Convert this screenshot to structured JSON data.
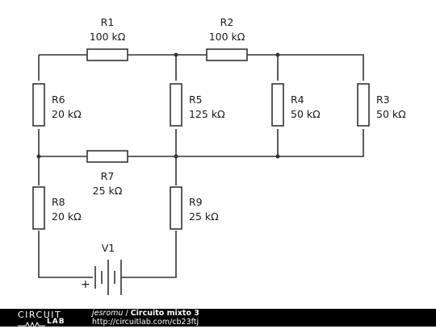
{
  "circuit": {
    "components": [
      {
        "id": "R1",
        "name": "R1",
        "value": "100 kΩ"
      },
      {
        "id": "R2",
        "name": "R2",
        "value": "100 kΩ"
      },
      {
        "id": "R3",
        "name": "R3",
        "value": "50 kΩ"
      },
      {
        "id": "R4",
        "name": "R4",
        "value": "50 kΩ"
      },
      {
        "id": "R5",
        "name": "R5",
        "value": "125 kΩ"
      },
      {
        "id": "R6",
        "name": "R6",
        "value": "20 kΩ"
      },
      {
        "id": "R7",
        "name": "R7",
        "value": "25 kΩ"
      },
      {
        "id": "R8",
        "name": "R8",
        "value": "20 kΩ"
      },
      {
        "id": "R9",
        "name": "R9",
        "value": "25 kΩ"
      },
      {
        "id": "V1",
        "name": "V1",
        "value": ""
      }
    ],
    "battery_polarity": "+"
  },
  "footer": {
    "logo_top": "CIRCUIT",
    "logo_bottom": "LAB",
    "author": "jesromu",
    "separator": " / ",
    "title": "Circuito mixto 3",
    "url": "http://circuitlab.com/cb23ftj"
  }
}
